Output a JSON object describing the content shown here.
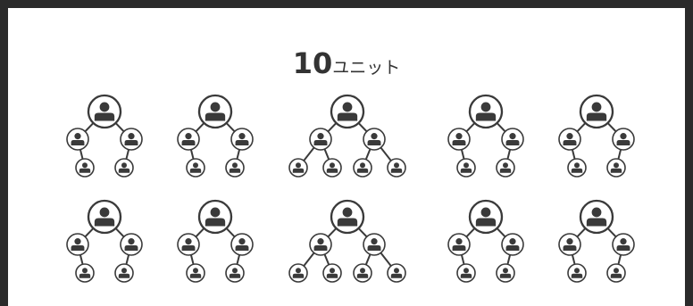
{
  "title": {
    "number": "10",
    "unit": "ユニット"
  },
  "colors": {
    "border": "#2b2b2b",
    "stroke": "#3a3a3a",
    "person": "#3a3a3a",
    "background": "#ffffff"
  },
  "icon": "person-icon",
  "units": [
    {
      "kind": "binary"
    },
    {
      "kind": "binary"
    },
    {
      "kind": "wide"
    },
    {
      "kind": "binary"
    },
    {
      "kind": "binary"
    },
    {
      "kind": "binary"
    },
    {
      "kind": "binary"
    },
    {
      "kind": "wide"
    },
    {
      "kind": "binary"
    },
    {
      "kind": "binary"
    }
  ]
}
